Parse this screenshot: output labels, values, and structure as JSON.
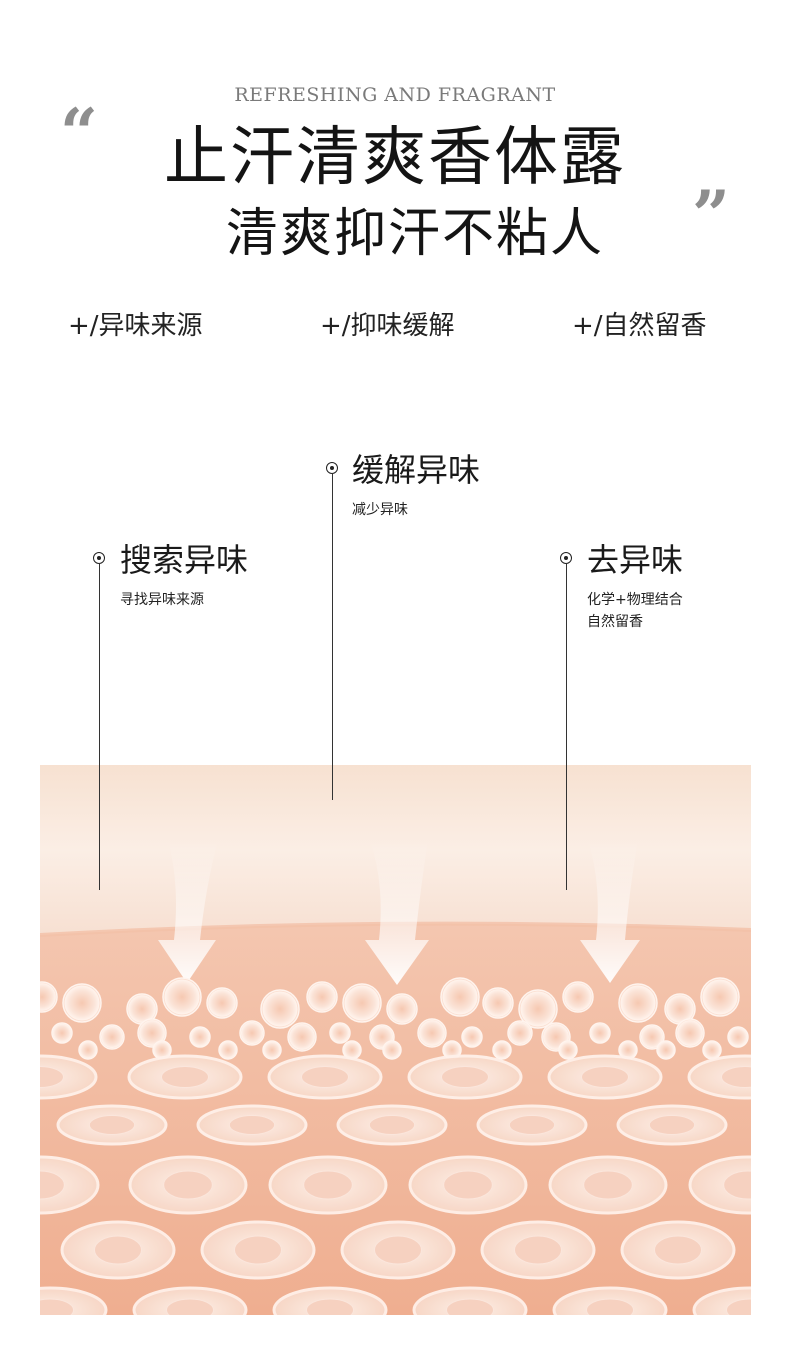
{
  "header": {
    "subtitle_en": "REFRESHING AND FRAGRANT",
    "quote_open": "“",
    "quote_close": "”",
    "title": "止汗清爽香体露",
    "slogan": "清爽抑汗不粘人"
  },
  "benefits": [
    {
      "label": "+/异味来源"
    },
    {
      "label": "+/抑味缓解"
    },
    {
      "label": "+/自然留香"
    }
  ],
  "points": {
    "left": {
      "title": "搜索异味",
      "desc": [
        "寻找异味来源"
      ]
    },
    "center": {
      "title": "缓解异味",
      "desc": [
        "减少异味"
      ]
    },
    "right": {
      "title": "去异味",
      "desc": [
        "化学+物理结合",
        "自然留香"
      ]
    }
  },
  "colors": {
    "skin_top": "#f7e1d1",
    "skin_bottom": "#f0b396",
    "cell_fill": "#fbe3d6",
    "line": "#333333"
  }
}
